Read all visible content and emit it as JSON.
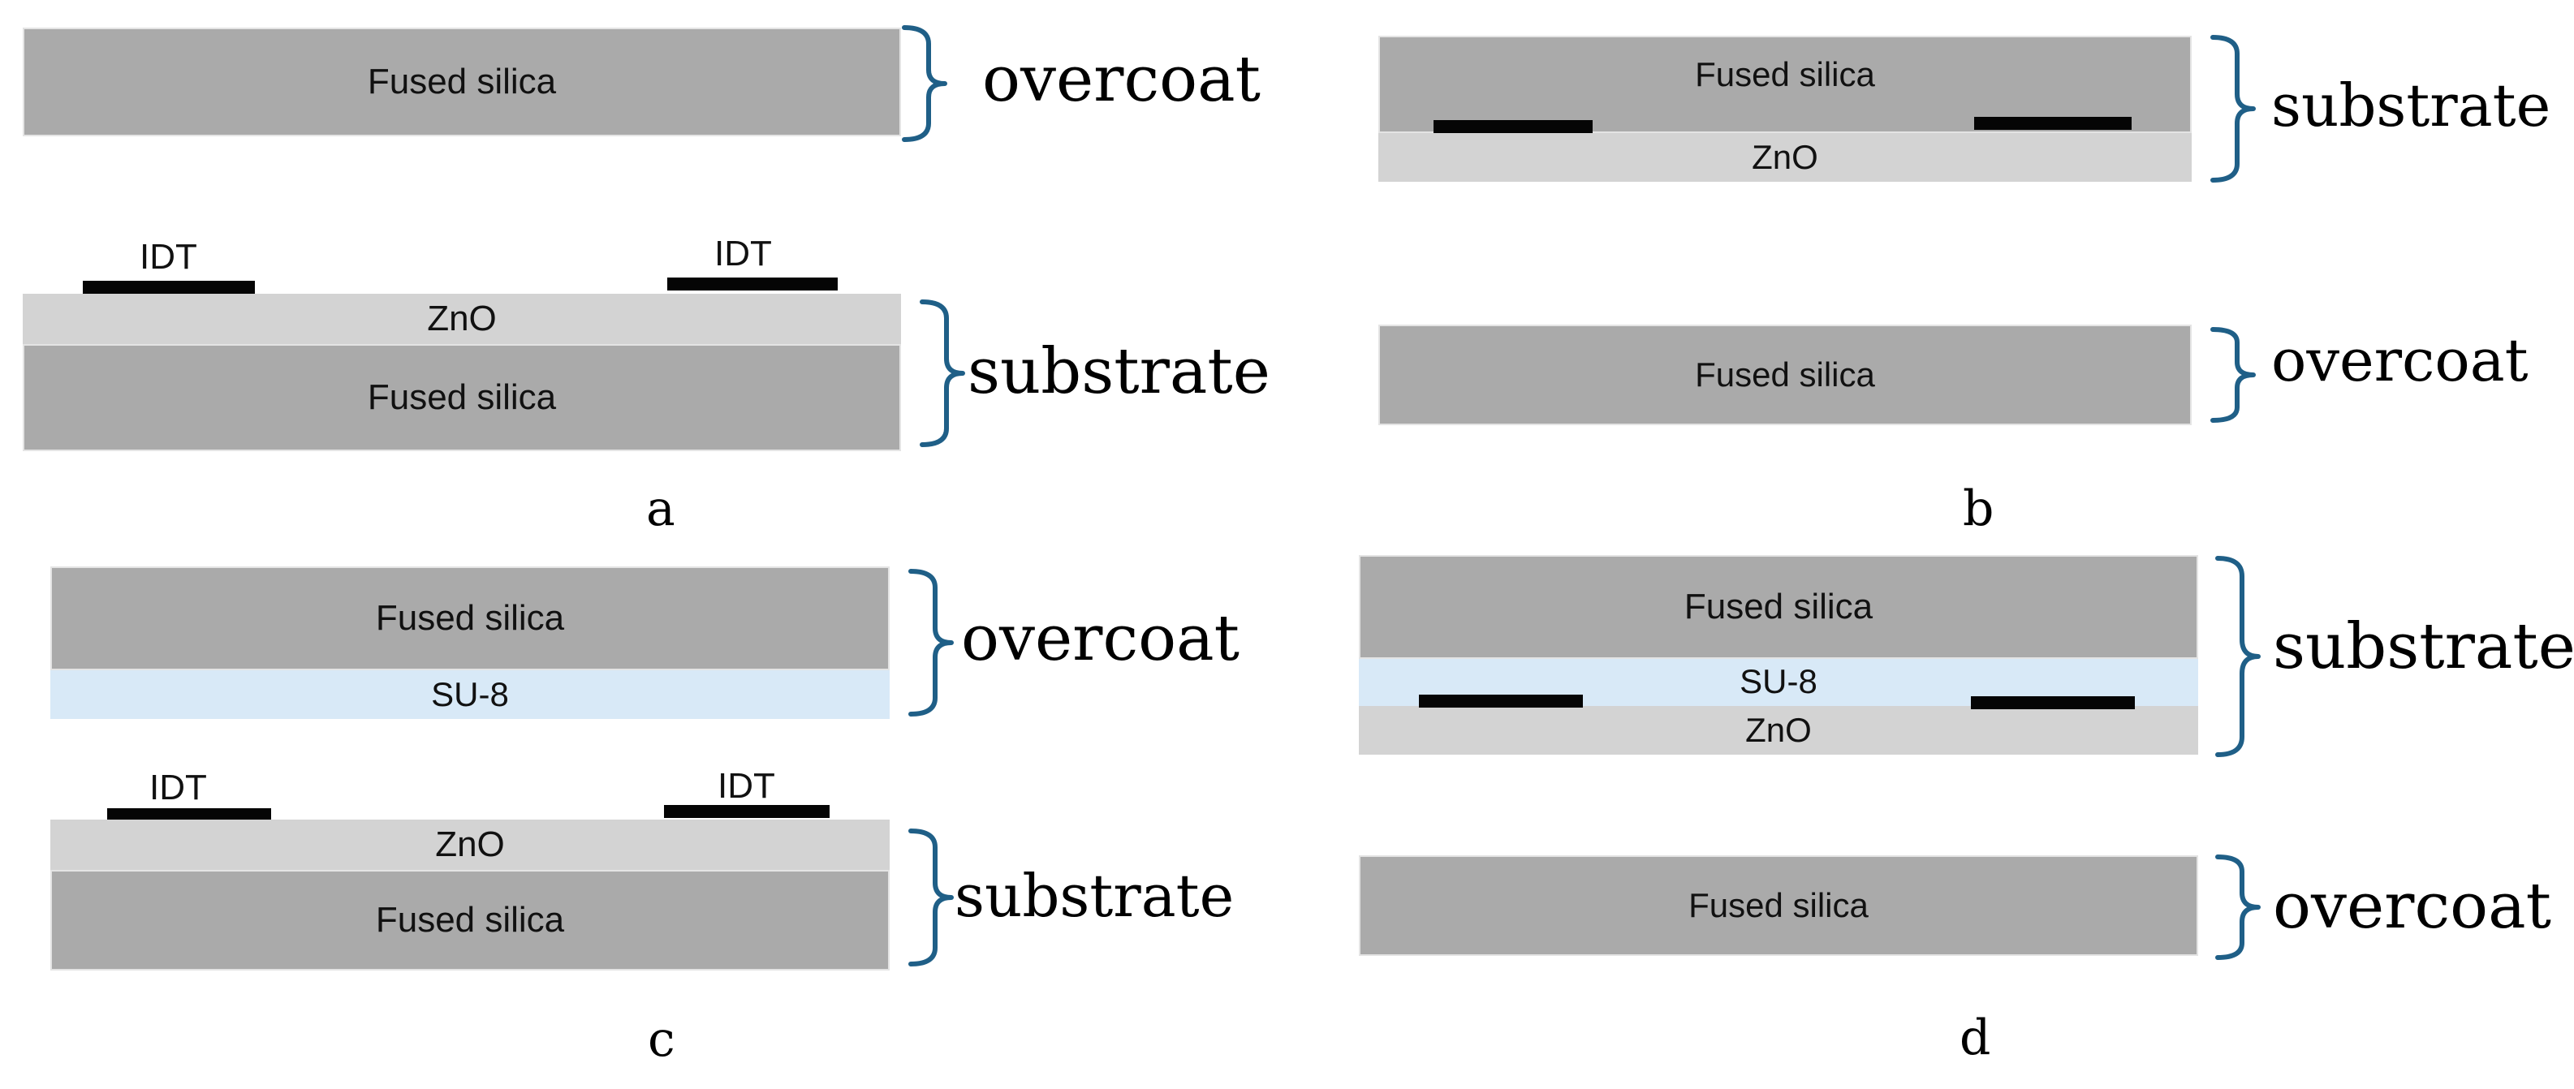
{
  "colors": {
    "fused_silica": "#aaaaaa",
    "zno": "#d3d3d3",
    "su8": "#d8e9f7",
    "electrode": "#050505",
    "brace": "#1f5f87"
  },
  "icons": {
    "brace": "curly-brace-icon",
    "electrode": "electrode-bar-icon"
  },
  "panels": {
    "a": {
      "label": "a",
      "overcoat": {
        "label": "overcoat",
        "layers": [
          "Fused silica"
        ]
      },
      "substrate": {
        "label": "substrate",
        "layers": [
          "ZnO",
          "Fused silica"
        ],
        "electrodes": [
          "IDT",
          "IDT"
        ]
      }
    },
    "b": {
      "label": "b",
      "substrate": {
        "label": "substrate",
        "layers": [
          "Fused silica",
          "ZnO"
        ]
      },
      "overcoat": {
        "label": "overcoat",
        "layers": [
          "Fused silica"
        ]
      }
    },
    "c": {
      "label": "c",
      "overcoat": {
        "label": "overcoat",
        "layers": [
          "Fused silica",
          "SU-8"
        ]
      },
      "substrate": {
        "label": "substrate",
        "layers": [
          "ZnO",
          "Fused silica"
        ],
        "electrodes": [
          "IDT",
          "IDT"
        ]
      }
    },
    "d": {
      "label": "d",
      "substrate": {
        "label": "substrate",
        "layers": [
          "Fused silica",
          "SU-8",
          "ZnO"
        ]
      },
      "overcoat": {
        "label": "overcoat",
        "layers": [
          "Fused silica"
        ]
      }
    }
  }
}
